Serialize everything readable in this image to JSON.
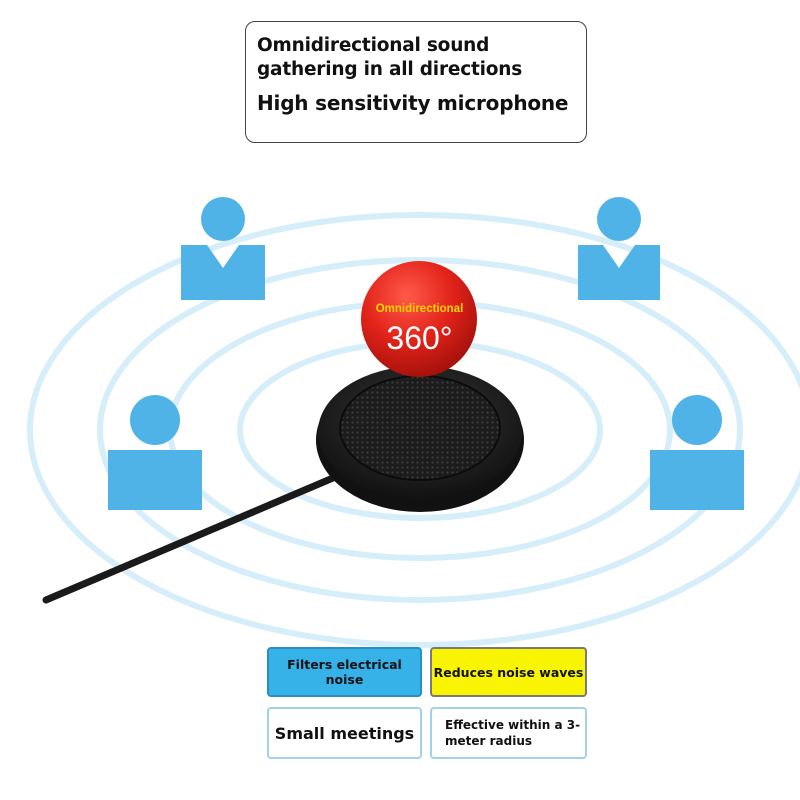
{
  "header": {
    "line1": "Omnidirectional sound",
    "line2": "gathering in all directions",
    "line3": "High sensitivity microphone"
  },
  "badge": {
    "label": "Omnidirectional",
    "value": "360°"
  },
  "features": {
    "filters": "Filters electrical noise",
    "reduces": "Reduces noise waves",
    "meetings": "Small meetings",
    "effective": "Effective within a 3-meter radius"
  },
  "colors": {
    "person_icon": "#4fb3e8",
    "ring": "#d6eef9",
    "badge": "#e2231a",
    "filters_bg": "#37b2e8",
    "reduces_bg": "#f9f400"
  },
  "icons": [
    "person-icon",
    "microphone-device",
    "sound-wave-rings"
  ]
}
